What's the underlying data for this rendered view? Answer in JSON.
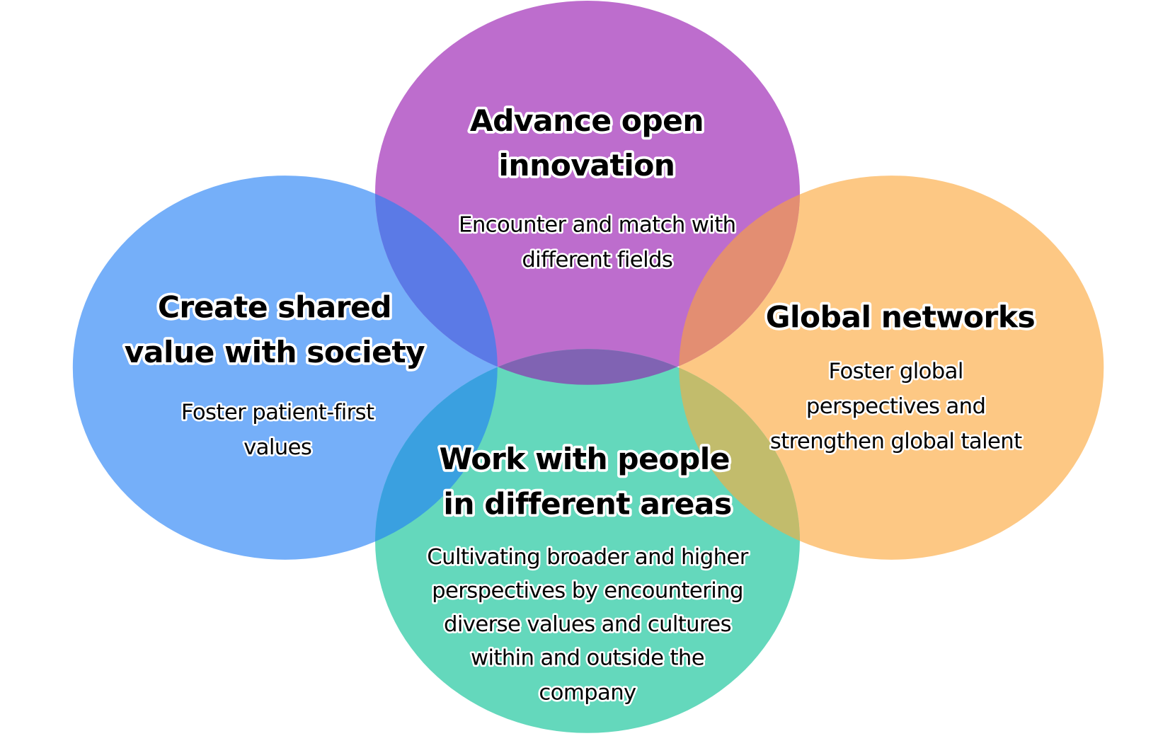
{
  "diagram": {
    "type": "venn",
    "colors": {
      "blue": "#75aff9",
      "purple": "#bd6dcd",
      "orange": "#fdc884",
      "green": "#64d8bc",
      "blue_purple_overlap": "#5b7ae6",
      "purple_orange_overlap": "#e38e72",
      "blue_green_overlap": "#3aa0e0",
      "orange_green_overlap": "#c2bc6c",
      "purple_green_overlap": "#8063b3"
    },
    "circles": [
      {
        "id": "top",
        "color": "purple",
        "title_lines": [
          "Advance open",
          "innovation"
        ],
        "desc_lines": [
          "Encounter and match with",
          "different fields"
        ]
      },
      {
        "id": "left",
        "color": "blue",
        "title_lines": [
          "Create shared",
          "value with society"
        ],
        "desc_lines": [
          "Foster patient-first",
          "values"
        ]
      },
      {
        "id": "right",
        "color": "orange",
        "title_lines": [
          "Global networks"
        ],
        "desc_lines": [
          "Foster global",
          "perspectives and",
          "strengthen global talent"
        ]
      },
      {
        "id": "bottom",
        "color": "green",
        "title_lines": [
          "Work with people",
          "in different areas"
        ],
        "desc_lines": [
          "Cultivating broader and higher",
          "perspectives by encountering",
          "diverse values and cultures",
          "within and outside the",
          "company"
        ]
      }
    ]
  }
}
